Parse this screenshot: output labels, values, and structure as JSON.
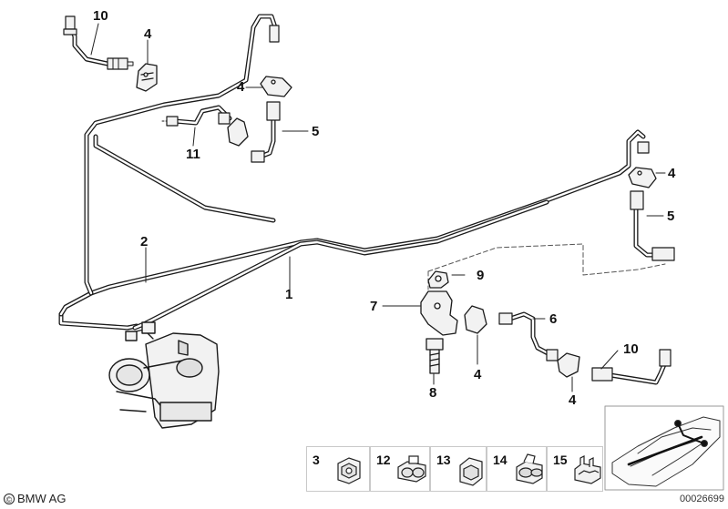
{
  "diagram": {
    "callouts": {
      "c10_top": "10",
      "c4_a": "4",
      "c4_b": "4",
      "c11": "11",
      "c5_top": "5",
      "c4_right": "4",
      "c5_right": "5",
      "c2": "2",
      "c1": "1",
      "c9": "9",
      "c7": "7",
      "c6": "6",
      "c10_bottom": "10",
      "c4_bottom_a": "4",
      "c4_bottom_b": "4",
      "c8": "8"
    },
    "legend": [
      {
        "number": "3"
      },
      {
        "number": "12"
      },
      {
        "number": "13"
      },
      {
        "number": "14"
      },
      {
        "number": "15"
      }
    ],
    "copyright_text": "BMW AG",
    "diagram_number": "00026699"
  },
  "colors": {
    "line": "#1a1a1a",
    "part_fill": "#f2f2f2",
    "part_shadow": "#9a9a9a",
    "legend_border": "#c9c9c9"
  }
}
